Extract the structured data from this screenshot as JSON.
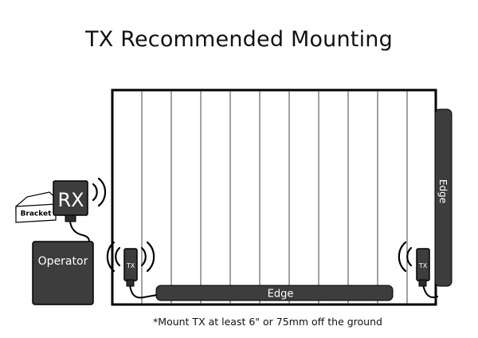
{
  "title": "TX Recommended Mounting",
  "labels": {
    "rx": "RX",
    "bracket": "Bracket",
    "operator": "Operator",
    "tx_left": "TX",
    "tx_right": "TX",
    "edge_bottom": "Edge",
    "edge_right": "Edge"
  },
  "footnote": "*Mount TX at least 6\" or 75mm off the ground",
  "colors": {
    "device_dark": "#3d3d3d",
    "outline": "#000000",
    "background": "#ffffff"
  },
  "icons": {
    "signal": "signal-waves-icon",
    "cable": "cable-icon"
  }
}
